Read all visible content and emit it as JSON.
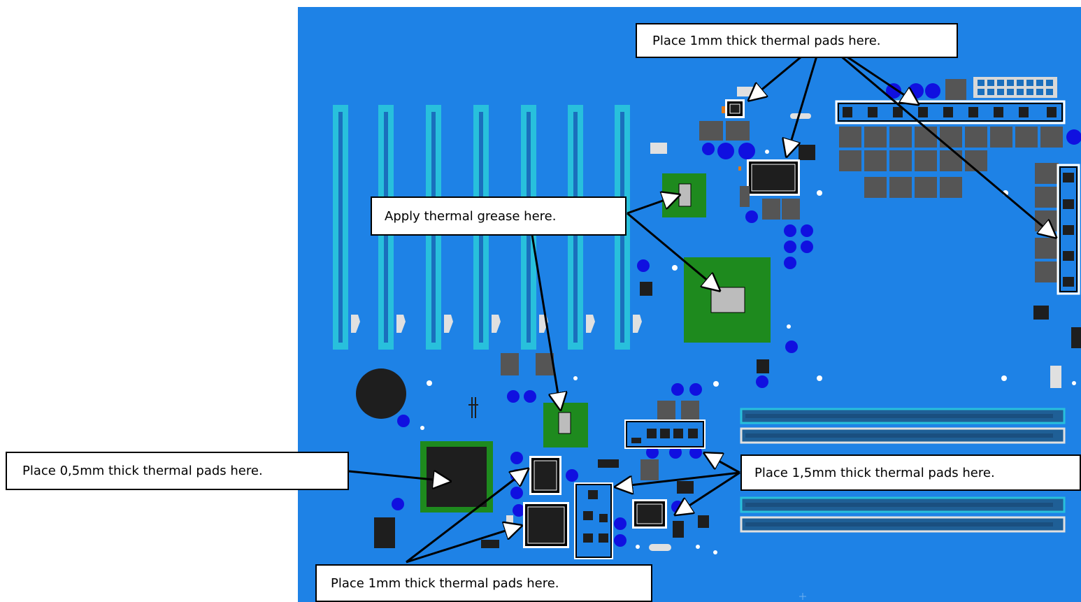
{
  "colors": {
    "board": "#1e82e6",
    "slot": "#28c0dc",
    "slot_dark": "#1a6fbd",
    "capacitor": "#1010e0",
    "chip_black": "#1e1e1e",
    "chip_gray": "#555555",
    "pcb_green": "#1e8a1e",
    "die_gray": "#bcbcbc",
    "ram_slot": "#1f5f96",
    "ram_slot_end": "#e0e0e0"
  },
  "callouts": {
    "top_1mm": "Place 1mm thick thermal pads here.",
    "grease": "Apply thermal grease here.",
    "left_0_5mm": "Place 0,5mm thick thermal pads here.",
    "right_1_5mm": "Place 1,5mm thick thermal pads here.",
    "bottom_1mm": "Place 1mm thick thermal pads here."
  }
}
